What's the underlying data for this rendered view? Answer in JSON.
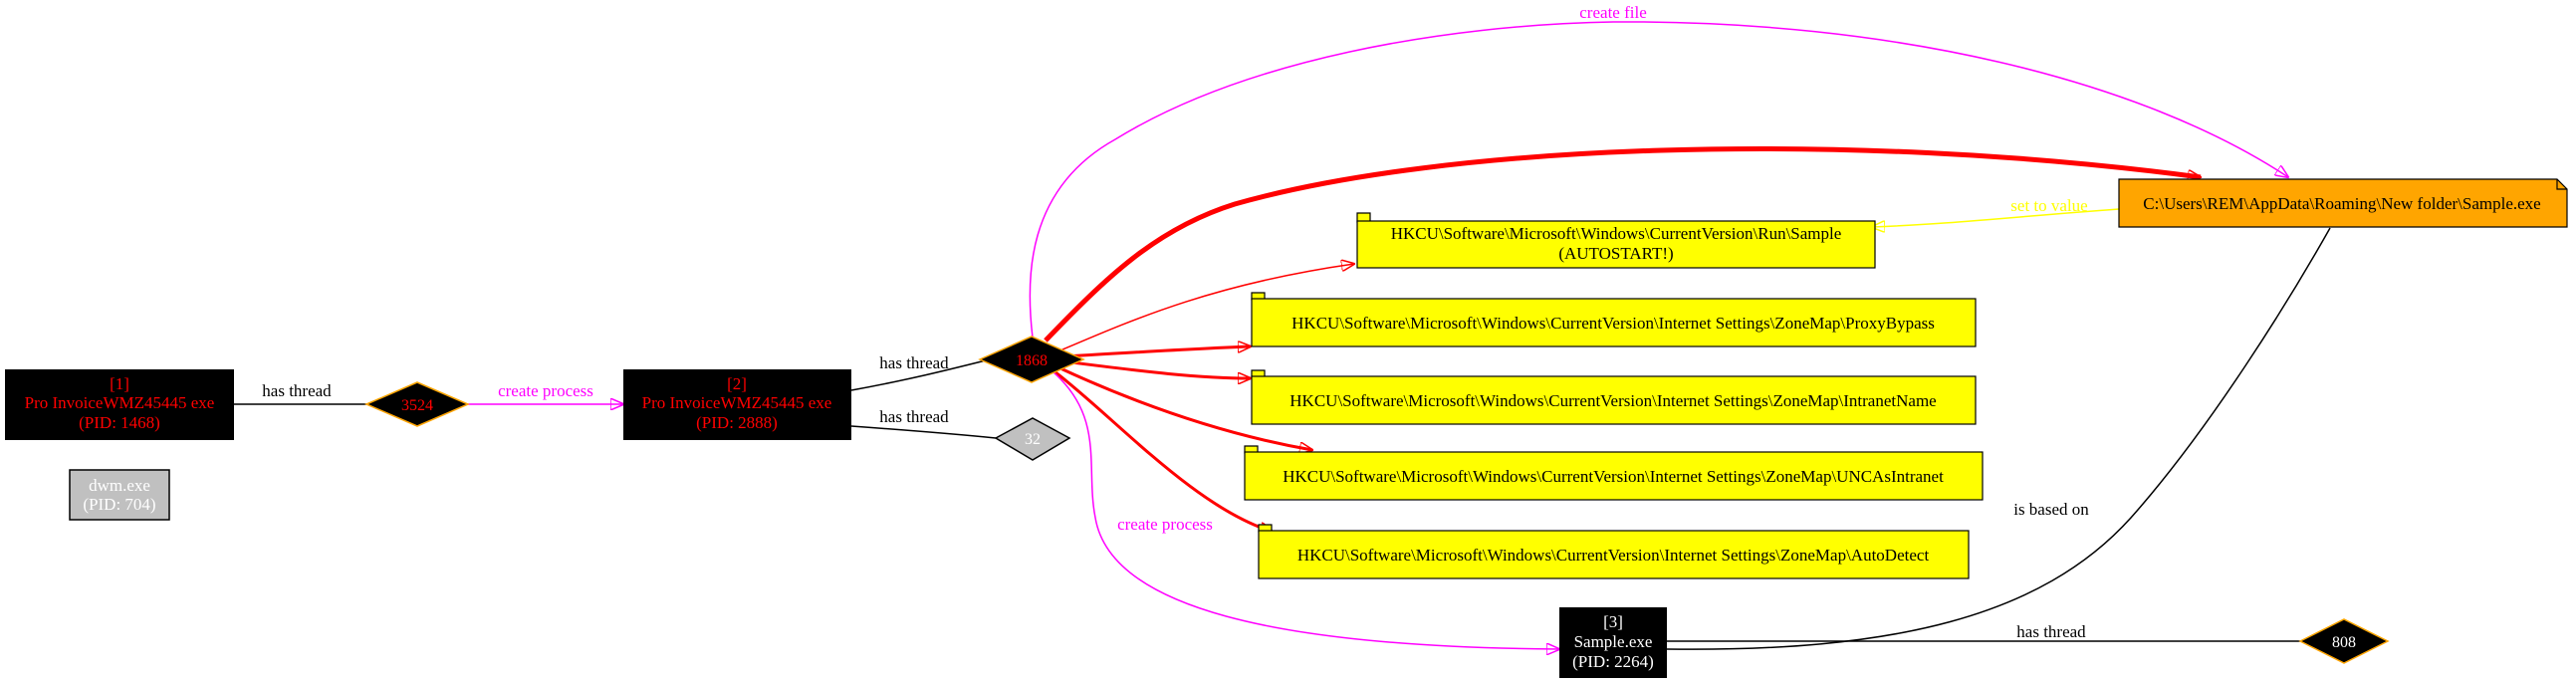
{
  "processes": [
    {
      "id": "p1",
      "lines": [
        "[1]",
        "Pro InvoiceWMZ45445 exe",
        "(PID: 1468)"
      ],
      "text_color": "#ff0000",
      "fill": "#000000"
    },
    {
      "id": "dwm",
      "lines": [
        "dwm.exe",
        "(PID: 704)"
      ],
      "text_color": "#ffffff",
      "fill": "#c0c0c0"
    },
    {
      "id": "p2",
      "lines": [
        "[2]",
        "Pro InvoiceWMZ45445 exe",
        "(PID: 2888)"
      ],
      "text_color": "#ff0000",
      "fill": "#000000"
    },
    {
      "id": "p3",
      "lines": [
        "[3]",
        "Sample.exe",
        "(PID: 2264)"
      ],
      "text_color": "#ffffff",
      "fill": "#000000"
    }
  ],
  "threads": [
    {
      "id": "t3524",
      "label": "3524",
      "fill": "#000000",
      "text_color": "#ff0000",
      "stroke": "#ffa500"
    },
    {
      "id": "t1868",
      "label": "1868",
      "fill": "#000000",
      "text_color": "#ff0000",
      "stroke": "#ffa500"
    },
    {
      "id": "t32",
      "label": "32",
      "fill": "#c0c0c0",
      "text_color": "#ffffff",
      "stroke": "#000000"
    },
    {
      "id": "t808",
      "label": "808",
      "fill": "#000000",
      "text_color": "#ffffff",
      "stroke": "#ffa500"
    }
  ],
  "registry_keys": [
    {
      "id": "r1",
      "lines": [
        "HKCU\\Software\\Microsoft\\Windows\\CurrentVersion\\Run\\Sample",
        "(AUTOSTART!)"
      ]
    },
    {
      "id": "r2",
      "lines": [
        "HKCU\\Software\\Microsoft\\Windows\\CurrentVersion\\Internet Settings\\ZoneMap\\ProxyBypass"
      ]
    },
    {
      "id": "r3",
      "lines": [
        "HKCU\\Software\\Microsoft\\Windows\\CurrentVersion\\Internet Settings\\ZoneMap\\IntranetName"
      ]
    },
    {
      "id": "r4",
      "lines": [
        "HKCU\\Software\\Microsoft\\Windows\\CurrentVersion\\Internet Settings\\ZoneMap\\UNCAsIntranet"
      ]
    },
    {
      "id": "r5",
      "lines": [
        "HKCU\\Software\\Microsoft\\Windows\\CurrentVersion\\Internet Settings\\ZoneMap\\AutoDetect"
      ]
    }
  ],
  "file_node": {
    "label": "C:\\Users\\REM\\AppData\\Roaming\\New folder\\Sample.exe",
    "fill": "#ffa500"
  },
  "edge_labels": {
    "has_thread_1": "has thread",
    "create_process_1": "create process",
    "has_thread_2": "has thread",
    "has_thread_3": "has thread",
    "create_file": "create file",
    "set_reg_value": "set to value",
    "create_process_2": "create process",
    "is_based_on": "is based on",
    "has_thread_4": "has thread"
  },
  "colors": {
    "create_edge": "#ff00ff",
    "write_edge": "#ff0000",
    "set_value_edge": "#ffff00",
    "neutral_edge": "#000000",
    "registry_fill": "#ffff00"
  }
}
